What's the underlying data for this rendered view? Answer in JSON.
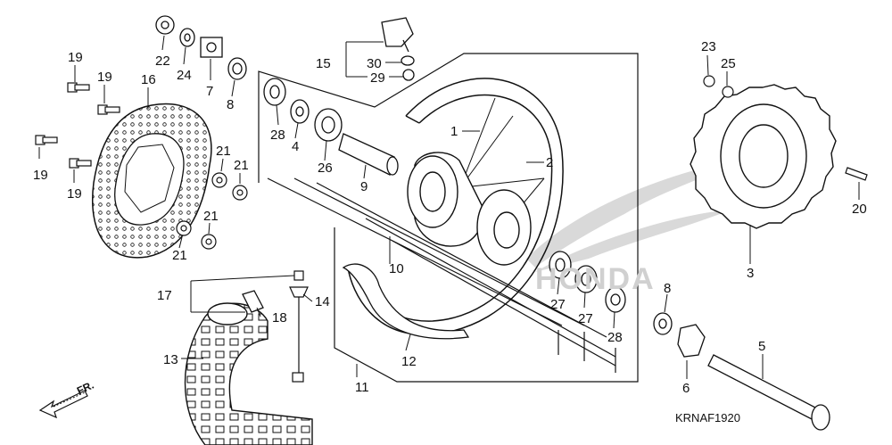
{
  "diagram": {
    "drawing_code": "KRNAF1920",
    "direction_label": "FR.",
    "watermark_text": "HONDA",
    "callouts": {
      "c1": "1",
      "c2": "2",
      "c3": "3",
      "c4": "4",
      "c5": "5",
      "c6": "6",
      "c7": "7",
      "c8a": "8",
      "c8b": "8",
      "c9": "9",
      "c10": "10",
      "c11": "11",
      "c12": "12",
      "c13": "13",
      "c14": "14",
      "c15": "15",
      "c16": "16",
      "c17": "17",
      "c18": "18",
      "c19a": "19",
      "c19b": "19",
      "c19c": "19",
      "c19d": "19",
      "c20": "20",
      "c21a": "21",
      "c21b": "21",
      "c21c": "21",
      "c21d": "21",
      "c22": "22",
      "c23": "23",
      "c24": "24",
      "c25": "25",
      "c26": "26",
      "c27a": "27",
      "c27b": "27",
      "c28a": "28",
      "c28b": "28",
      "c29": "29",
      "c30": "30"
    },
    "colors": {
      "line": "#111111",
      "watermark": "#c8c8c8"
    }
  }
}
